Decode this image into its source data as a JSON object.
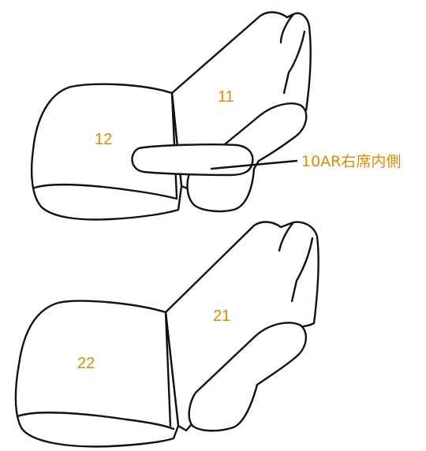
{
  "colors": {
    "label": "#e08a00",
    "line": "#111111",
    "background": "#ffffff"
  },
  "top_seat": {
    "backrest_label": "11",
    "cushion_label": "12",
    "armrest_callout": "10AR右席内側"
  },
  "bottom_seat": {
    "backrest_label": "21",
    "cushion_label": "22"
  }
}
